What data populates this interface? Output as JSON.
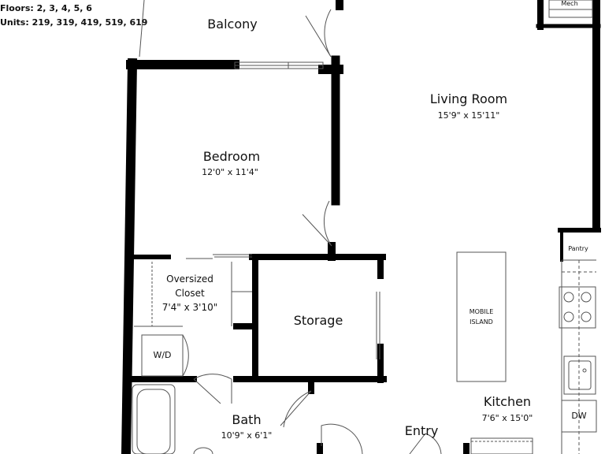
{
  "info": {
    "floors": "Floors: 2, 3, 4, 5, 6",
    "units": "Units: 219, 319, 419, 519, 619"
  },
  "rooms": {
    "balcony": "Balcony",
    "living_room": {
      "name": "Living Room",
      "dims": "15'9\" x 15'11\""
    },
    "bedroom": {
      "name": "Bedroom",
      "dims": "12'0\" x 11'4\""
    },
    "closet": {
      "line1": "Oversized",
      "line2": "Closet",
      "dims": "7'4\" x 3'10\""
    },
    "storage": "Storage",
    "bath": {
      "name": "Bath",
      "dims": "10'9\" x 6'1\""
    },
    "kitchen": {
      "name": "Kitchen",
      "dims": "7'6\" x 15'0\""
    },
    "entry": "Entry"
  },
  "fixtures": {
    "mech": "Mech",
    "pantry": "Pantry",
    "wd": "W/D",
    "island_line1": "MOBILE",
    "island_line2": "ISLAND",
    "dw": "DW"
  },
  "colors": {
    "wall": "#000000",
    "line": "#555555",
    "background": "#ffffff"
  }
}
